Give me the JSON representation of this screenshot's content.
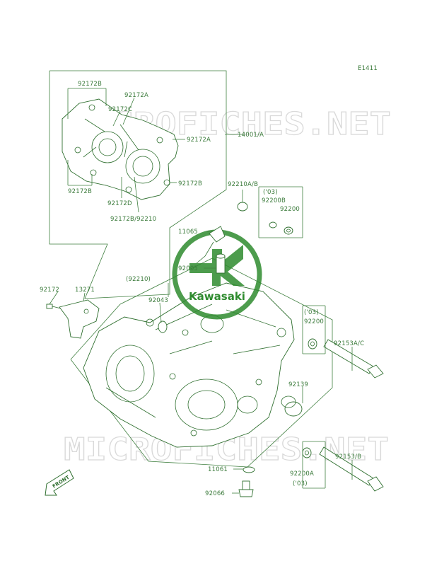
{
  "diagram_code": "E1411",
  "watermarks": [
    "MICROFICHES.NET",
    "MICROFICHES.NET"
  ],
  "logo_text": "Kawasaki",
  "front_label": "FRONT",
  "colors": {
    "ink": "#3f7f3f",
    "label": "#3a7a3a",
    "watermark": "#d9d9d9",
    "logo": "#2e8b2e"
  },
  "labels": {
    "p92172B_top": "92172B",
    "p92172A_top": "92172A",
    "p92172C": "92172C",
    "p92172A_right": "92172A",
    "p14001A": "14001/A",
    "p92172B_left": "92172B",
    "p92172B_right": "92172B",
    "p92172D": "92172D",
    "p92172B_92210": "92172B/92210",
    "p92210AB": "92210A/B",
    "p03_a": "('03)",
    "p92200B": "92200B",
    "p92200_a": "92200",
    "p11065": "11065",
    "p92005": "92005",
    "p92210_paren": "(92210)",
    "p92172_left": "92172",
    "p13271": "13271",
    "p92043": "92043",
    "p03_b": "('03)",
    "p92200_b": "92200",
    "p92153AC": "92153A/C",
    "p92139": "92139",
    "p92153B": "92153/B",
    "p11061": "11061",
    "p92200A": "92200A",
    "p03_c": "('03)",
    "p92066": "92066"
  }
}
